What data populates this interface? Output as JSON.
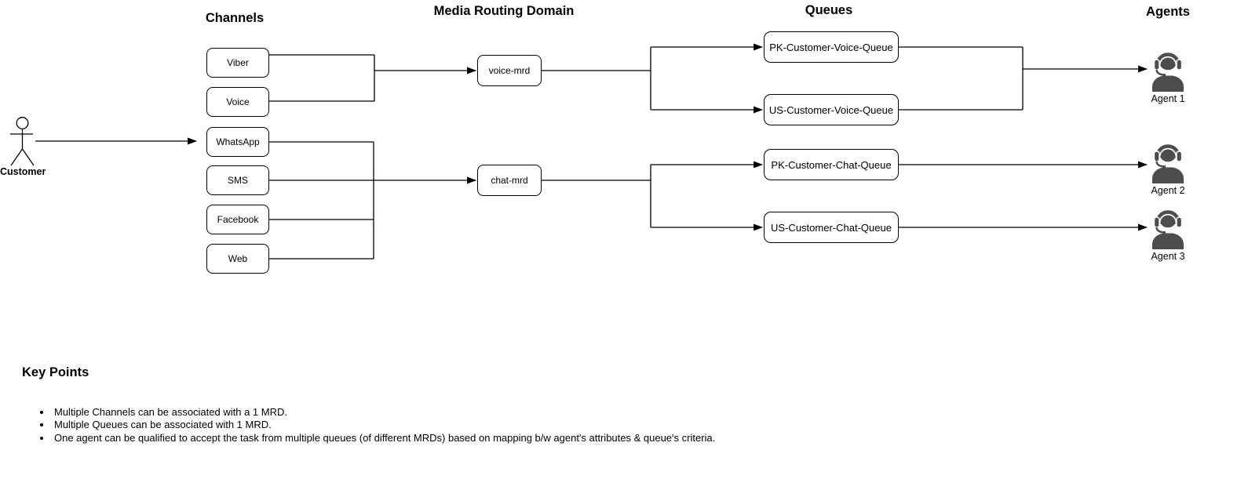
{
  "columns": {
    "channels": {
      "title": "Channels",
      "items": [
        "Viber",
        "Voice",
        "WhatsApp",
        "SMS",
        "Facebook",
        "Web"
      ]
    },
    "mrd": {
      "title": "Media Routing Domain",
      "items": [
        "voice-mrd",
        "chat-mrd"
      ]
    },
    "queues": {
      "title": "Queues",
      "items": [
        "PK-Customer-Voice-Queue",
        "US-Customer-Voice-Queue",
        "PK-Customer-Chat-Queue",
        "US-Customer-Chat-Queue"
      ]
    },
    "agents": {
      "title": "Agents",
      "items": [
        "Agent 1",
        "Agent 2",
        "Agent 3"
      ]
    }
  },
  "actor": {
    "label": "Customer"
  },
  "icons": {
    "agent": "agent-headset-icon",
    "customer": "customer-stick-figure-icon"
  },
  "key_points": {
    "title": "Key Points",
    "bullets": [
      "Multiple Channels can be associated with a 1 MRD.",
      "Multiple Queues can be associated with 1 MRD.",
      "One agent can be qualified to accept the task from multiple queues (of different MRDs) based on mapping b/w agent's attributes & queue's criteria."
    ]
  },
  "colors": {
    "stroke": "#000000",
    "box_fill": "#ffffff",
    "text": "#000000",
    "agent_icon": "#4d4d4d",
    "background": "#ffffff"
  }
}
